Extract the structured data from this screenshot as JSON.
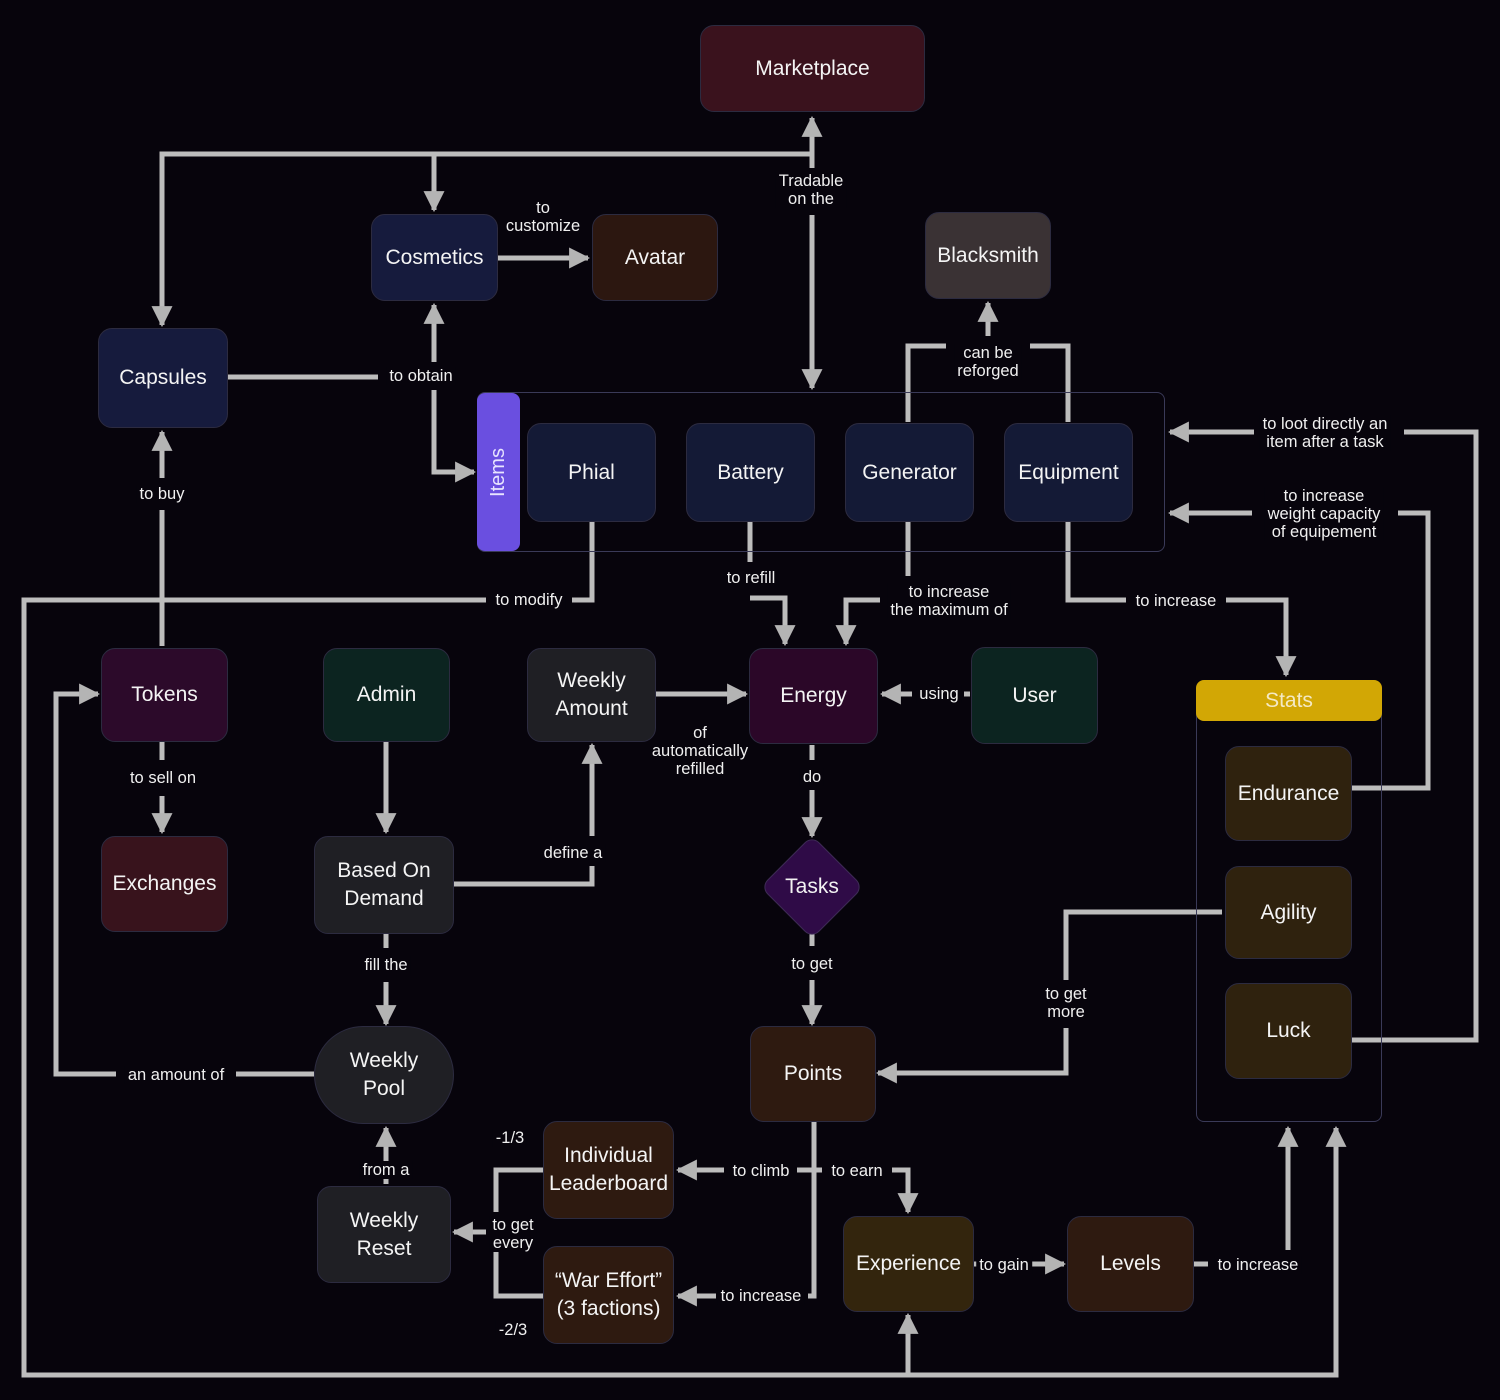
{
  "diagram": {
    "nodes": {
      "marketplace": "Marketplace",
      "cosmetics": "Cosmetics",
      "avatar": "Avatar",
      "blacksmith": "Blacksmith",
      "capsules": "Capsules",
      "items_group": "Items",
      "phial": "Phial",
      "battery": "Battery",
      "generator": "Generator",
      "equipment": "Equipment",
      "tokens": "Tokens",
      "admin": "Admin",
      "weekly_amount": "Weekly\nAmount",
      "energy": "Energy",
      "user": "User",
      "stats": "Stats",
      "endurance": "Endurance",
      "agility": "Agility",
      "luck": "Luck",
      "exchanges": "Exchanges",
      "based_on_demand": "Based On\nDemand",
      "tasks": "Tasks",
      "weekly_pool": "Weekly\nPool",
      "points": "Points",
      "individual_leaderboard": "Individual\nLeaderboard",
      "weekly_reset": "Weekly\nReset",
      "war_effort": "“War Effort”\n(3 factions)",
      "experience": "Experience",
      "levels": "Levels"
    },
    "edge_labels": {
      "tradable": "Tradable\non the",
      "to_customize": "to\ncustomize",
      "can_be_reforged": "can be\nreforged",
      "to_obtain": "to obtain",
      "to_buy": "to buy",
      "to_loot": "to loot directly an\nitem after a task",
      "to_increase_weight": "to increase\nweight capacity\nof equipement",
      "to_modify": "to modify",
      "to_refill": "to refill",
      "to_increase_max": "to increase\nthe maximum of",
      "to_increase_stats": "to increase",
      "using": "using",
      "of_auto_refilled": "of\nautomatically\nrefilled",
      "do": "do",
      "to_sell_on": "to sell on",
      "define_a": "define a",
      "fill_the": "fill the",
      "to_get": "to get",
      "to_get_more": "to get\nmore",
      "an_amount_of": "an amount of",
      "from_a": "from a",
      "minus_one_third": "-1/3",
      "minus_two_thirds": "-2/3",
      "to_get_every": "to get\nevery",
      "to_climb": "to climb",
      "to_earn": "to earn",
      "to_increase_war": "to increase",
      "to_gain": "to gain",
      "to_increase_levels": "to increase"
    },
    "colors": {
      "background": "#07040c",
      "edge": "#bdbdbd",
      "marketplace": "#3a121d",
      "cosmetics": "#161b3d",
      "avatar": "#2c1710",
      "blacksmith": "#3a3234",
      "capsules": "#161b3d",
      "item": "#141a36",
      "items_tab": "#6a4fe0",
      "tokens": "#2c0a2a",
      "admin": "#0c2420",
      "weekly_amount": "#1f1f24",
      "energy": "#2b0728",
      "user": "#0c2420",
      "stats_header": "#d2a705",
      "stat": "#2f220e",
      "exchanges": "#38131c",
      "based_on_demand": "#1f1f24",
      "tasks": "#2f0b47",
      "weekly_pool": "#1f1f24",
      "points": "#2e1a10",
      "leaderboard": "#2e1a10",
      "weekly_reset": "#1f1f24",
      "war_effort": "#2e1a10",
      "experience": "#33250d",
      "levels": "#2e1a10"
    }
  }
}
